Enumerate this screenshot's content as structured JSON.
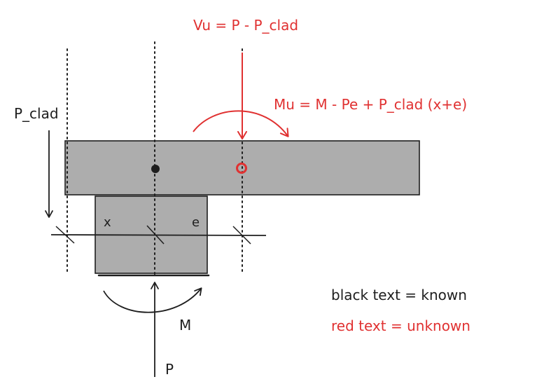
{
  "labels": {
    "vu_equation": "Vu = P - P_clad",
    "mu_equation": "Mu = M - Pe + P_clad (x+e)",
    "p_clad": "P_clad",
    "x": "x",
    "e": "e",
    "m": "M",
    "p": "P"
  },
  "legend": {
    "known": "black text = known",
    "unknown": "red text = unknown"
  },
  "colors": {
    "known": "#1e1e1e",
    "unknown": "#e03131",
    "member_fill": "#adadad"
  }
}
